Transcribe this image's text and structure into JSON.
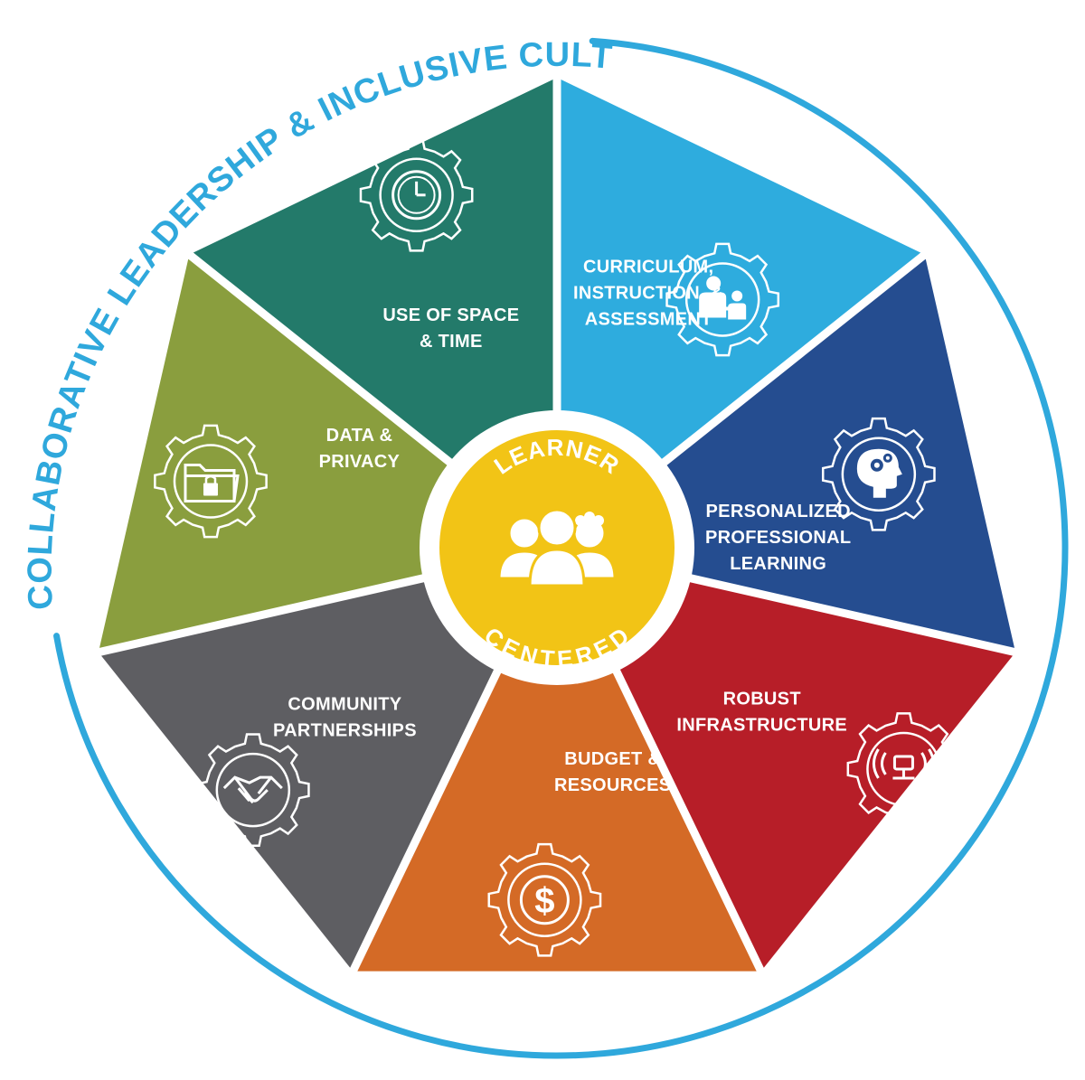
{
  "diagram": {
    "outer_ring_text": "COLLABORATIVE LEADERSHIP & INCLUSIVE CULTURE",
    "center": {
      "top_text": "LEARNER",
      "bottom_text": "CENTERED",
      "icon": "group-of-learners-icon",
      "color": "#F2C416"
    },
    "colors": {
      "ring": "#2FA8DC",
      "gap": "#ffffff"
    },
    "segments": [
      {
        "id": "curriculum",
        "lines": [
          "CURRICULUM,",
          "INSTRUCTION, &",
          "ASSESSMENT"
        ],
        "icon": "teacher-student-icon",
        "color": "#2EACDE"
      },
      {
        "id": "professional-learning",
        "lines": [
          "PERSONALIZED",
          "PROFESSIONAL",
          "LEARNING"
        ],
        "icon": "head-gears-icon",
        "color": "#254D90"
      },
      {
        "id": "infrastructure",
        "lines": [
          "ROBUST",
          "INFRASTRUCTURE"
        ],
        "icon": "network-signal-icon",
        "color": "#B71E28"
      },
      {
        "id": "budget",
        "lines": [
          "BUDGET &",
          "RESOURCES"
        ],
        "icon": "dollar-icon",
        "color": "#D46A26"
      },
      {
        "id": "community",
        "lines": [
          "COMMUNITY",
          "PARTNERSHIPS"
        ],
        "icon": "handshake-icon",
        "color": "#5E5E62"
      },
      {
        "id": "data-privacy",
        "lines": [
          "DATA &",
          "PRIVACY"
        ],
        "icon": "locked-folder-icon",
        "color": "#8A9E3E"
      },
      {
        "id": "space-time",
        "lines": [
          "USE OF SPACE",
          "& TIME"
        ],
        "icon": "clock-icon",
        "color": "#237A6A"
      }
    ]
  }
}
